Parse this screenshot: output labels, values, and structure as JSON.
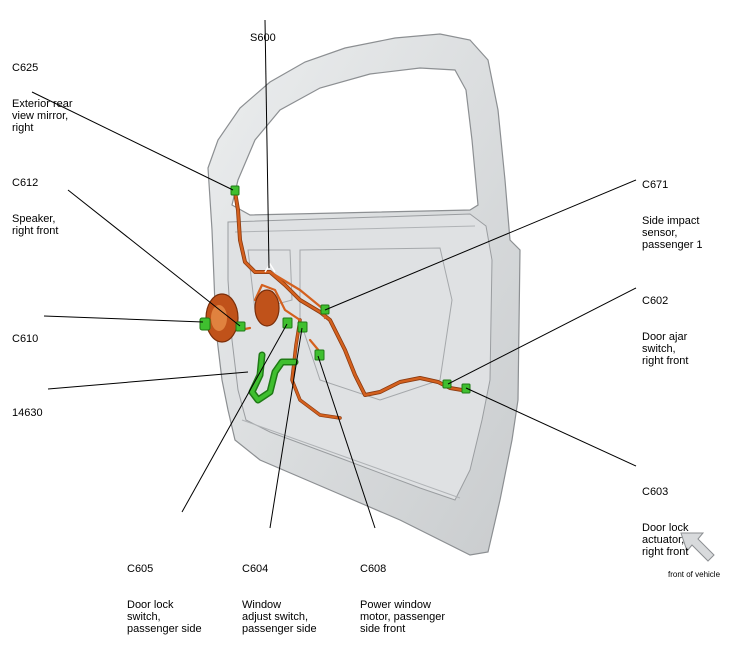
{
  "callouts": {
    "s600": {
      "code": "S600",
      "desc": ""
    },
    "c625": {
      "code": "C625",
      "desc": "Exterior rear\nview mirror,\nright"
    },
    "c612": {
      "code": "C612",
      "desc": "Speaker,\nright front"
    },
    "c610": {
      "code": "C610",
      "desc": ""
    },
    "n14630": {
      "code": "14630",
      "desc": ""
    },
    "c671": {
      "code": "C671",
      "desc": "Side impact\nsensor,\npassenger 1"
    },
    "c602": {
      "code": "C602",
      "desc": "Door ajar\nswitch,\nright front"
    },
    "c603": {
      "code": "C603",
      "desc": "Door lock\nactuator,\nright front"
    },
    "c605": {
      "code": "C605",
      "desc": "Door lock\nswitch,\npassenger side"
    },
    "c604": {
      "code": "C604",
      "desc": "Window\nadjust switch,\npassenger side"
    },
    "c608": {
      "code": "C608",
      "desc": "Power window\nmotor, passenger\nside front"
    }
  },
  "orientation": {
    "label": "front of vehicle",
    "icon": "arrow-up-left-icon"
  },
  "colors": {
    "door_fill": "#d9dbdd",
    "door_edge": "#8c8f92",
    "harness": "#d4601e",
    "harness_dark": "#8a3a10",
    "connector": "#3fbf2f",
    "connector_dark": "#1f7a16",
    "leader": "#000000"
  }
}
